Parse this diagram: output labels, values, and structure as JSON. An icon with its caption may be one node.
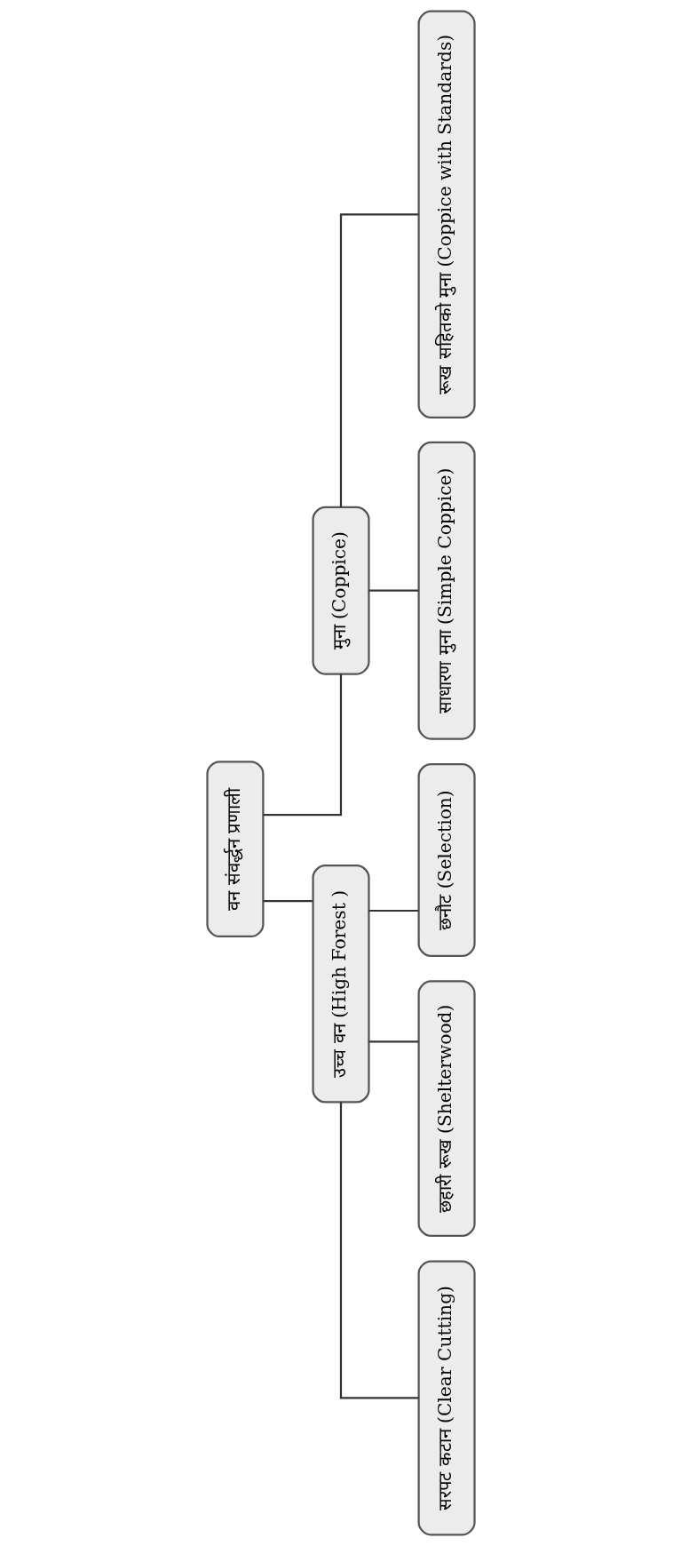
{
  "diagram": {
    "nodes": [
      {
        "text": [
          "वन संवर्द्धन प्रणाली"
        ]
      },
      {
        "text": [
          "उच्च वन (High Forest )"
        ]
      },
      {
        "text": [
          "मुना (Coppice)"
        ]
      },
      {
        "text": [
          "सरपट कटान (Clear Cutting)"
        ]
      },
      {
        "text": [
          "छहारी रूख (Shelterwood)"
        ]
      },
      {
        "text": [
          "छनौट (Selection)"
        ]
      },
      {
        "text": [
          "साधारण मुना (Simple Coppice)"
        ]
      },
      {
        "text": [
          "रूख सहितको मुना (Coppice with Standards)"
        ]
      }
    ],
    "edges": [
      {
        "from": 0,
        "to": 1,
        "arrow": "none"
      },
      {
        "from": 0,
        "to": 2,
        "arrow": "none"
      },
      {
        "from": 1,
        "to": 3,
        "arrow": "none"
      },
      {
        "from": 1,
        "to": 4,
        "arrow": "none"
      },
      {
        "from": 1,
        "to": 5,
        "arrow": "none"
      },
      {
        "from": 2,
        "to": 6,
        "arrow": "none"
      },
      {
        "from": 2,
        "to": 7,
        "arrow": "none"
      }
    ]
  }
}
